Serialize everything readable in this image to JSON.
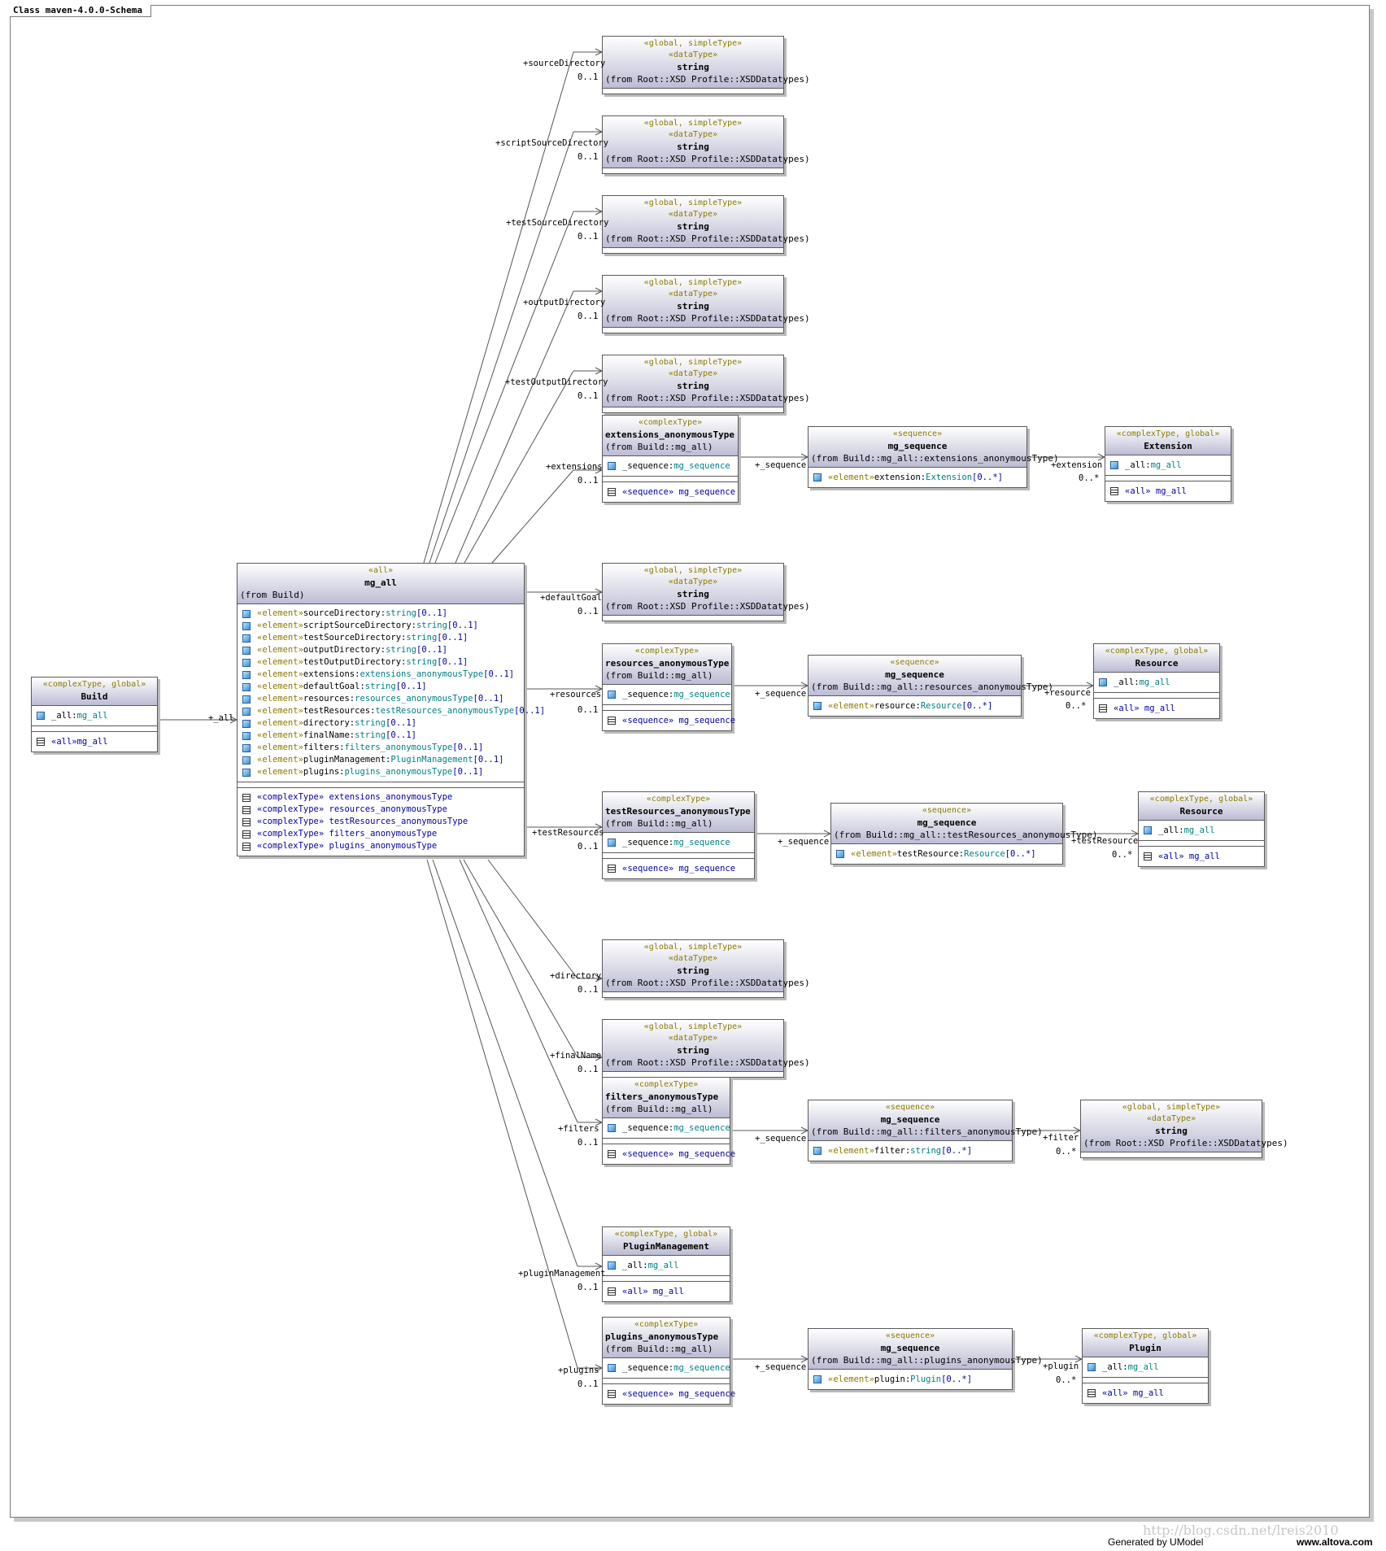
{
  "frame_title": "Class maven-4.0.0-Schema",
  "footer": {
    "generated": "Generated by UModel",
    "site": "www.altova.com"
  },
  "watermark": "http://blog.csdn.net/lreis2010",
  "string_type": {
    "stereotype1": "«global, simpleType»",
    "stereotype2": "«dataType»",
    "name": "string",
    "from": "(from Root::XSD Profile::XSDDatatypes)"
  },
  "build": {
    "stereotype": "«complexType, global»",
    "name": "Build",
    "attr_name": "_all:",
    "attr_type": "mg_all",
    "op_kw": "«all»",
    "op_name": " mg_all"
  },
  "mg_all": {
    "stereotype": "«all»",
    "name": "mg_all",
    "from": "(from Build)",
    "elements": [
      {
        "kw": "«element»",
        "name": " sourceDirectory:",
        "type": "string",
        "mult": "[0..1]"
      },
      {
        "kw": "«element»",
        "name": " scriptSourceDirectory:",
        "type": "string",
        "mult": "[0..1]"
      },
      {
        "kw": "«element»",
        "name": " testSourceDirectory:",
        "type": "string",
        "mult": "[0..1]"
      },
      {
        "kw": "«element»",
        "name": " outputDirectory:",
        "type": "string",
        "mult": "[0..1]"
      },
      {
        "kw": "«element»",
        "name": " testOutputDirectory:",
        "type": "string",
        "mult": "[0..1]"
      },
      {
        "kw": "«element»",
        "name": " extensions:",
        "type": "extensions_anonymousType",
        "mult": "[0..1]"
      },
      {
        "kw": "«element»",
        "name": " defaultGoal:",
        "type": "string",
        "mult": "[0..1]"
      },
      {
        "kw": "«element»",
        "name": " resources:",
        "type": "resources_anonymousType",
        "mult": "[0..1]"
      },
      {
        "kw": "«element»",
        "name": " testResources:",
        "type": "testResources_anonymousType",
        "mult": "[0..1]"
      },
      {
        "kw": "«element»",
        "name": " directory:",
        "type": "string",
        "mult": "[0..1]"
      },
      {
        "kw": "«element»",
        "name": " finalName:",
        "type": "string",
        "mult": "[0..1]"
      },
      {
        "kw": "«element»",
        "name": " filters:",
        "type": "filters_anonymousType",
        "mult": "[0..1]"
      },
      {
        "kw": "«element»",
        "name": " pluginManagement:",
        "type": "PluginManagement",
        "mult": "[0..1]"
      },
      {
        "kw": "«element»",
        "name": " plugins:",
        "type": "plugins_anonymousType",
        "mult": "[0..1]"
      }
    ],
    "ops": [
      "«complexType» extensions_anonymousType",
      "«complexType» resources_anonymousType",
      "«complexType» testResources_anonymousType",
      "«complexType» filters_anonymousType",
      "«complexType» plugins_anonymousType"
    ]
  },
  "anon_types": {
    "extensions": {
      "stereotype": "«complexType»",
      "name": "extensions_anonymousType",
      "from": "(from Build::mg_all)",
      "attr_name": "_sequence:",
      "attr_type": "mg_sequence",
      "op": "«sequence» mg_sequence"
    },
    "resources": {
      "stereotype": "«complexType»",
      "name": "resources_anonymousType",
      "from": "(from Build::mg_all)",
      "attr_name": "_sequence:",
      "attr_type": "mg_sequence",
      "op": "«sequence» mg_sequence"
    },
    "testResources": {
      "stereotype": "«complexType»",
      "name": "testResources_anonymousType",
      "from": "(from Build::mg_all)",
      "attr_name": "_sequence:",
      "attr_type": "mg_sequence",
      "op": "«sequence» mg_sequence"
    },
    "filters": {
      "stereotype": "«complexType»",
      "name": "filters_anonymousType",
      "from": "(from Build::mg_all)",
      "attr_name": "_sequence:",
      "attr_type": "mg_sequence",
      "op": "«sequence» mg_sequence"
    },
    "plugins": {
      "stereotype": "«complexType»",
      "name": "plugins_anonymousType",
      "from": "(from Build::mg_all)",
      "attr_name": "_sequence:",
      "attr_type": "mg_sequence",
      "op": "«sequence» mg_sequence"
    }
  },
  "plugin_management": {
    "stereotype": "«complexType, global»",
    "name": "PluginManagement",
    "attr_name": "_all:",
    "attr_type": "mg_all",
    "op": "«all» mg_all"
  },
  "sequences": {
    "extensions": {
      "stereotype": "«sequence»",
      "name": "mg_sequence",
      "from": "(from Build::mg_all::extensions_anonymousType)",
      "kw": "«element»",
      "el": " extension:",
      "type": "Extension",
      "mult": "[0..*]"
    },
    "resources": {
      "stereotype": "«sequence»",
      "name": "mg_sequence",
      "from": "(from Build::mg_all::resources_anonymousType)",
      "kw": "«element»",
      "el": " resource:",
      "type": "Resource",
      "mult": "[0..*]"
    },
    "testResources": {
      "stereotype": "«sequence»",
      "name": "mg_sequence",
      "from": "(from Build::mg_all::testResources_anonymousType)",
      "kw": "«element»",
      "el": " testResource:",
      "type": "Resource",
      "mult": "[0..*]"
    },
    "filters": {
      "stereotype": "«sequence»",
      "name": "mg_sequence",
      "from": "(from Build::mg_all::filters_anonymousType)",
      "kw": "«element»",
      "el": " filter:",
      "type": "string",
      "mult": "[0..*]"
    },
    "plugins": {
      "stereotype": "«sequence»",
      "name": "mg_sequence",
      "from": "(from Build::mg_all::plugins_anonymousType)",
      "kw": "«element»",
      "el": " plugin:",
      "type": "Plugin",
      "mult": "[0..*]"
    }
  },
  "globals": {
    "extension": {
      "stereotype": "«complexType, global»",
      "name": "Extension",
      "attr_name": "_all:",
      "attr_type": "mg_all",
      "op": "«all» mg_all"
    },
    "resource1": {
      "stereotype": "«complexType, global»",
      "name": "Resource",
      "attr_name": "_all:",
      "attr_type": "mg_all",
      "op": "«all» mg_all"
    },
    "resource2": {
      "stereotype": "«complexType, global»",
      "name": "Resource",
      "attr_name": "_all:",
      "attr_type": "mg_all",
      "op": "«all» mg_all"
    },
    "plugin": {
      "stereotype": "«complexType, global»",
      "name": "Plugin",
      "attr_name": "_all:",
      "attr_type": "mg_all",
      "op": "«all» mg_all"
    }
  },
  "roles": {
    "all": "+_all",
    "sourceDirectory": "+sourceDirectory",
    "scriptSourceDirectory": "+scriptSourceDirectory",
    "testSourceDirectory": "+testSourceDirectory",
    "outputDirectory": "+outputDirectory",
    "testOutputDirectory": "+testOutputDirectory",
    "extensions": "+extensions",
    "defaultGoal": "+defaultGoal",
    "resources": "+resources",
    "testResources": "+testResources",
    "directory": "+directory",
    "finalName": "+finalName",
    "filters": "+filters",
    "pluginManagement": "+pluginManagement",
    "plugins": "+plugins",
    "sequence": "+_sequence",
    "extension": "+extension",
    "resource": "+resource",
    "testResource": "+testResource",
    "filter": "+filter",
    "plugin": "+plugin"
  },
  "multiplicity": {
    "opt": "0..1",
    "many": "0..*"
  }
}
